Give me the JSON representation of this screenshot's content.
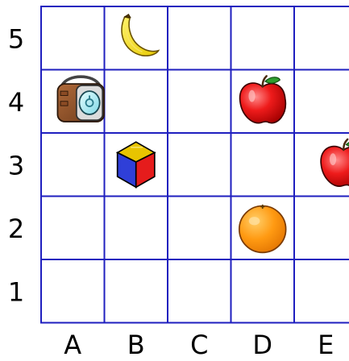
{
  "grid": {
    "columns": [
      "A",
      "B",
      "C",
      "D",
      "E"
    ],
    "rows": [
      "5",
      "4",
      "3",
      "2",
      "1"
    ],
    "line_color": "#1f1fbf"
  },
  "items": [
    {
      "name": "banana",
      "icon": "banana-icon",
      "cell": "B5"
    },
    {
      "name": "radio",
      "icon": "radio-icon",
      "cell": "A4"
    },
    {
      "name": "apple",
      "icon": "apple-icon",
      "cell": "D4"
    },
    {
      "name": "cube",
      "icon": "cube-icon",
      "cell": "B3"
    },
    {
      "name": "apple",
      "icon": "apple-icon",
      "cell": "E3"
    },
    {
      "name": "orange",
      "icon": "orange-icon",
      "cell": "D2"
    }
  ]
}
